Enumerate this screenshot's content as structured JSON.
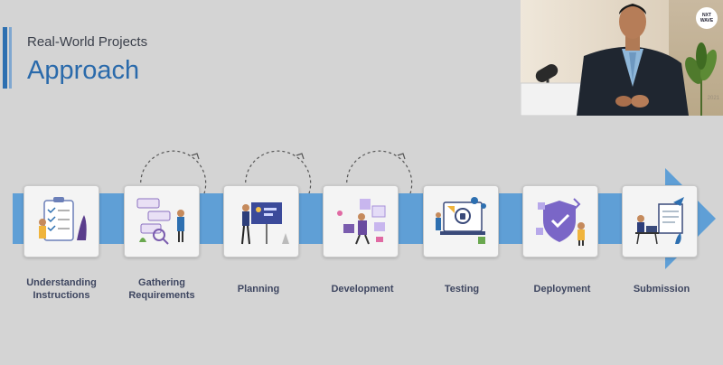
{
  "header": {
    "subtitle": "Real-World Projects",
    "title": "Approach"
  },
  "webcam": {
    "logo_text": "NXT WAVE",
    "caption": "2021"
  },
  "steps": [
    {
      "label": "Understanding Instructions",
      "icon": "checklist-icon"
    },
    {
      "label": "Gathering Requirements",
      "icon": "requirements-icon"
    },
    {
      "label": "Planning",
      "icon": "planning-board-icon"
    },
    {
      "label": "Development",
      "icon": "development-icon"
    },
    {
      "label": "Testing",
      "icon": "testing-icon"
    },
    {
      "label": "Deployment",
      "icon": "deployment-shield-icon"
    },
    {
      "label": "Submission",
      "icon": "submission-icon"
    }
  ],
  "colors": {
    "accent": "#2d6fb0",
    "arrow": "#5f9fd6",
    "text_dark": "#3e4660"
  }
}
